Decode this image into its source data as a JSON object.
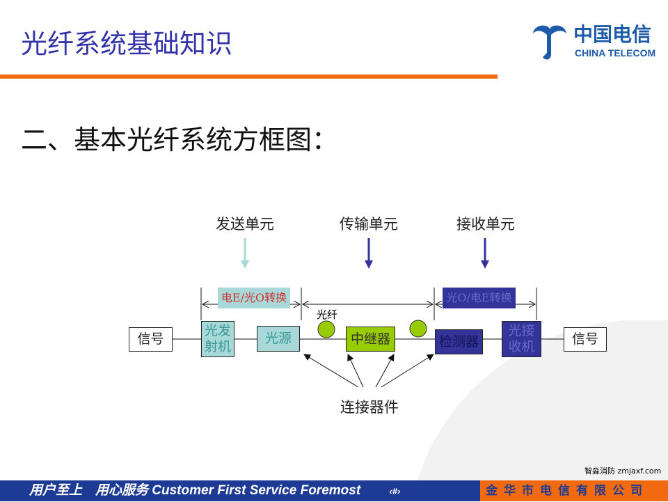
{
  "slide": {
    "title": "光纤系统基础知识",
    "subtitle": "二、基本光纤系统方框图："
  },
  "logo": {
    "cn": "中国电信",
    "en": "CHINA TELECOM"
  },
  "diagram": {
    "units": {
      "send": "发送单元",
      "transmit": "传输单元",
      "receive": "接收单元"
    },
    "conv_left": "电E/光O转换",
    "conv_right": "光O/电E转换",
    "fiber": "光纤",
    "signal_in": "信号",
    "tx": "光发射机",
    "source": "光源",
    "repeater": "中继器",
    "detector": "检测器",
    "rx": "光接收机",
    "signal_out": "信号",
    "connector": "连接器件"
  },
  "footer": {
    "slogan": "用户至上　用心服务  Customer First Service Foremost",
    "page": "‹#›",
    "company": "金华市电信有限公司",
    "watermark": "智淼消防 zmjaxf.com"
  },
  "colors": {
    "title": "#3333aa",
    "accent": "#f26a10",
    "footer": "#1d3b94",
    "teal": "#a9d8d8",
    "green": "#99cc00",
    "navy": "#333399"
  }
}
